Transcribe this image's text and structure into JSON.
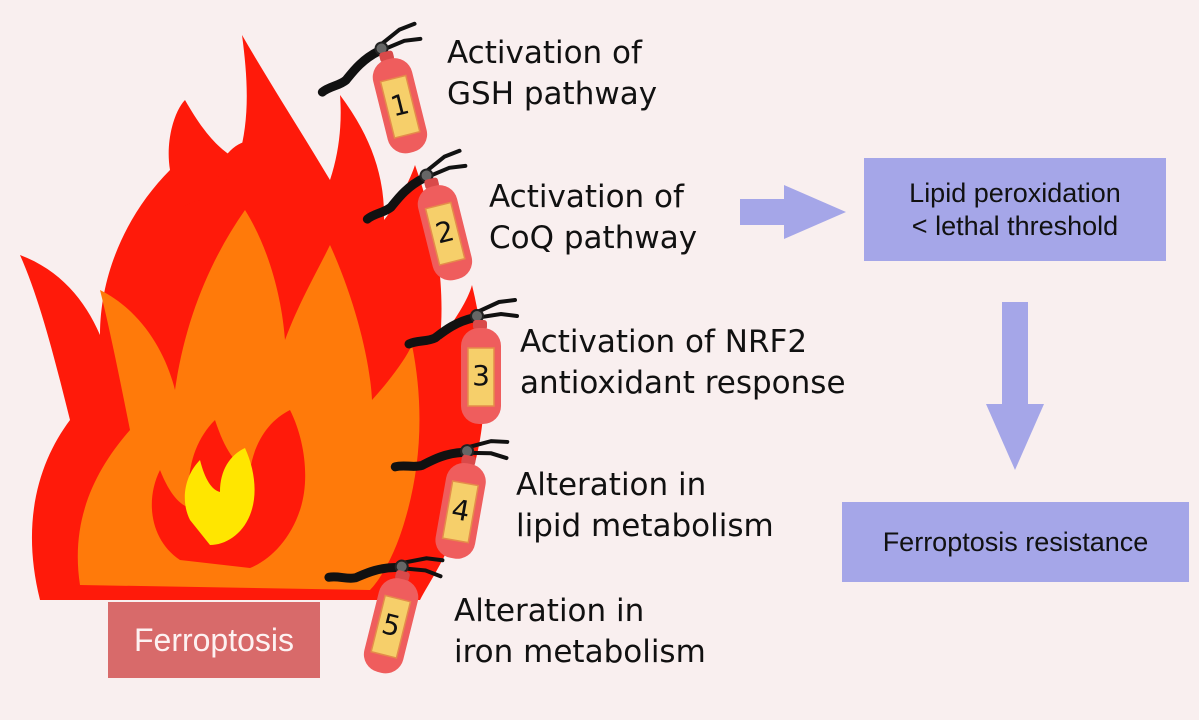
{
  "fire_label": "Ferroptosis",
  "extinguishers": [
    {
      "number": "1",
      "line1": "Activation of",
      "line2": "GSH pathway"
    },
    {
      "number": "2",
      "line1": "Activation of",
      "line2": "CoQ pathway"
    },
    {
      "number": "3",
      "line1": "Activation of NRF2",
      "line2": "antioxidant response"
    },
    {
      "number": "4",
      "line1": "Alteration in",
      "line2": "lipid metabolism"
    },
    {
      "number": "5",
      "line1": "Alteration in",
      "line2": "iron metabolism"
    }
  ],
  "outcome_box": {
    "line1": "Lipid peroxidation",
    "line2": "< lethal threshold"
  },
  "result_box": {
    "label": "Ferroptosis resistance"
  },
  "colors": {
    "background": "#f9efef",
    "flame_outer": "#ff1a0a",
    "flame_middle": "#ff7a0a",
    "flame_core": "#ffe600",
    "extinguisher_body": "#ef5d5d",
    "extinguisher_label": "#f6cf6a",
    "arrow_box": "#a5a6e8",
    "ferroptosis_box": "#d86a6a"
  }
}
